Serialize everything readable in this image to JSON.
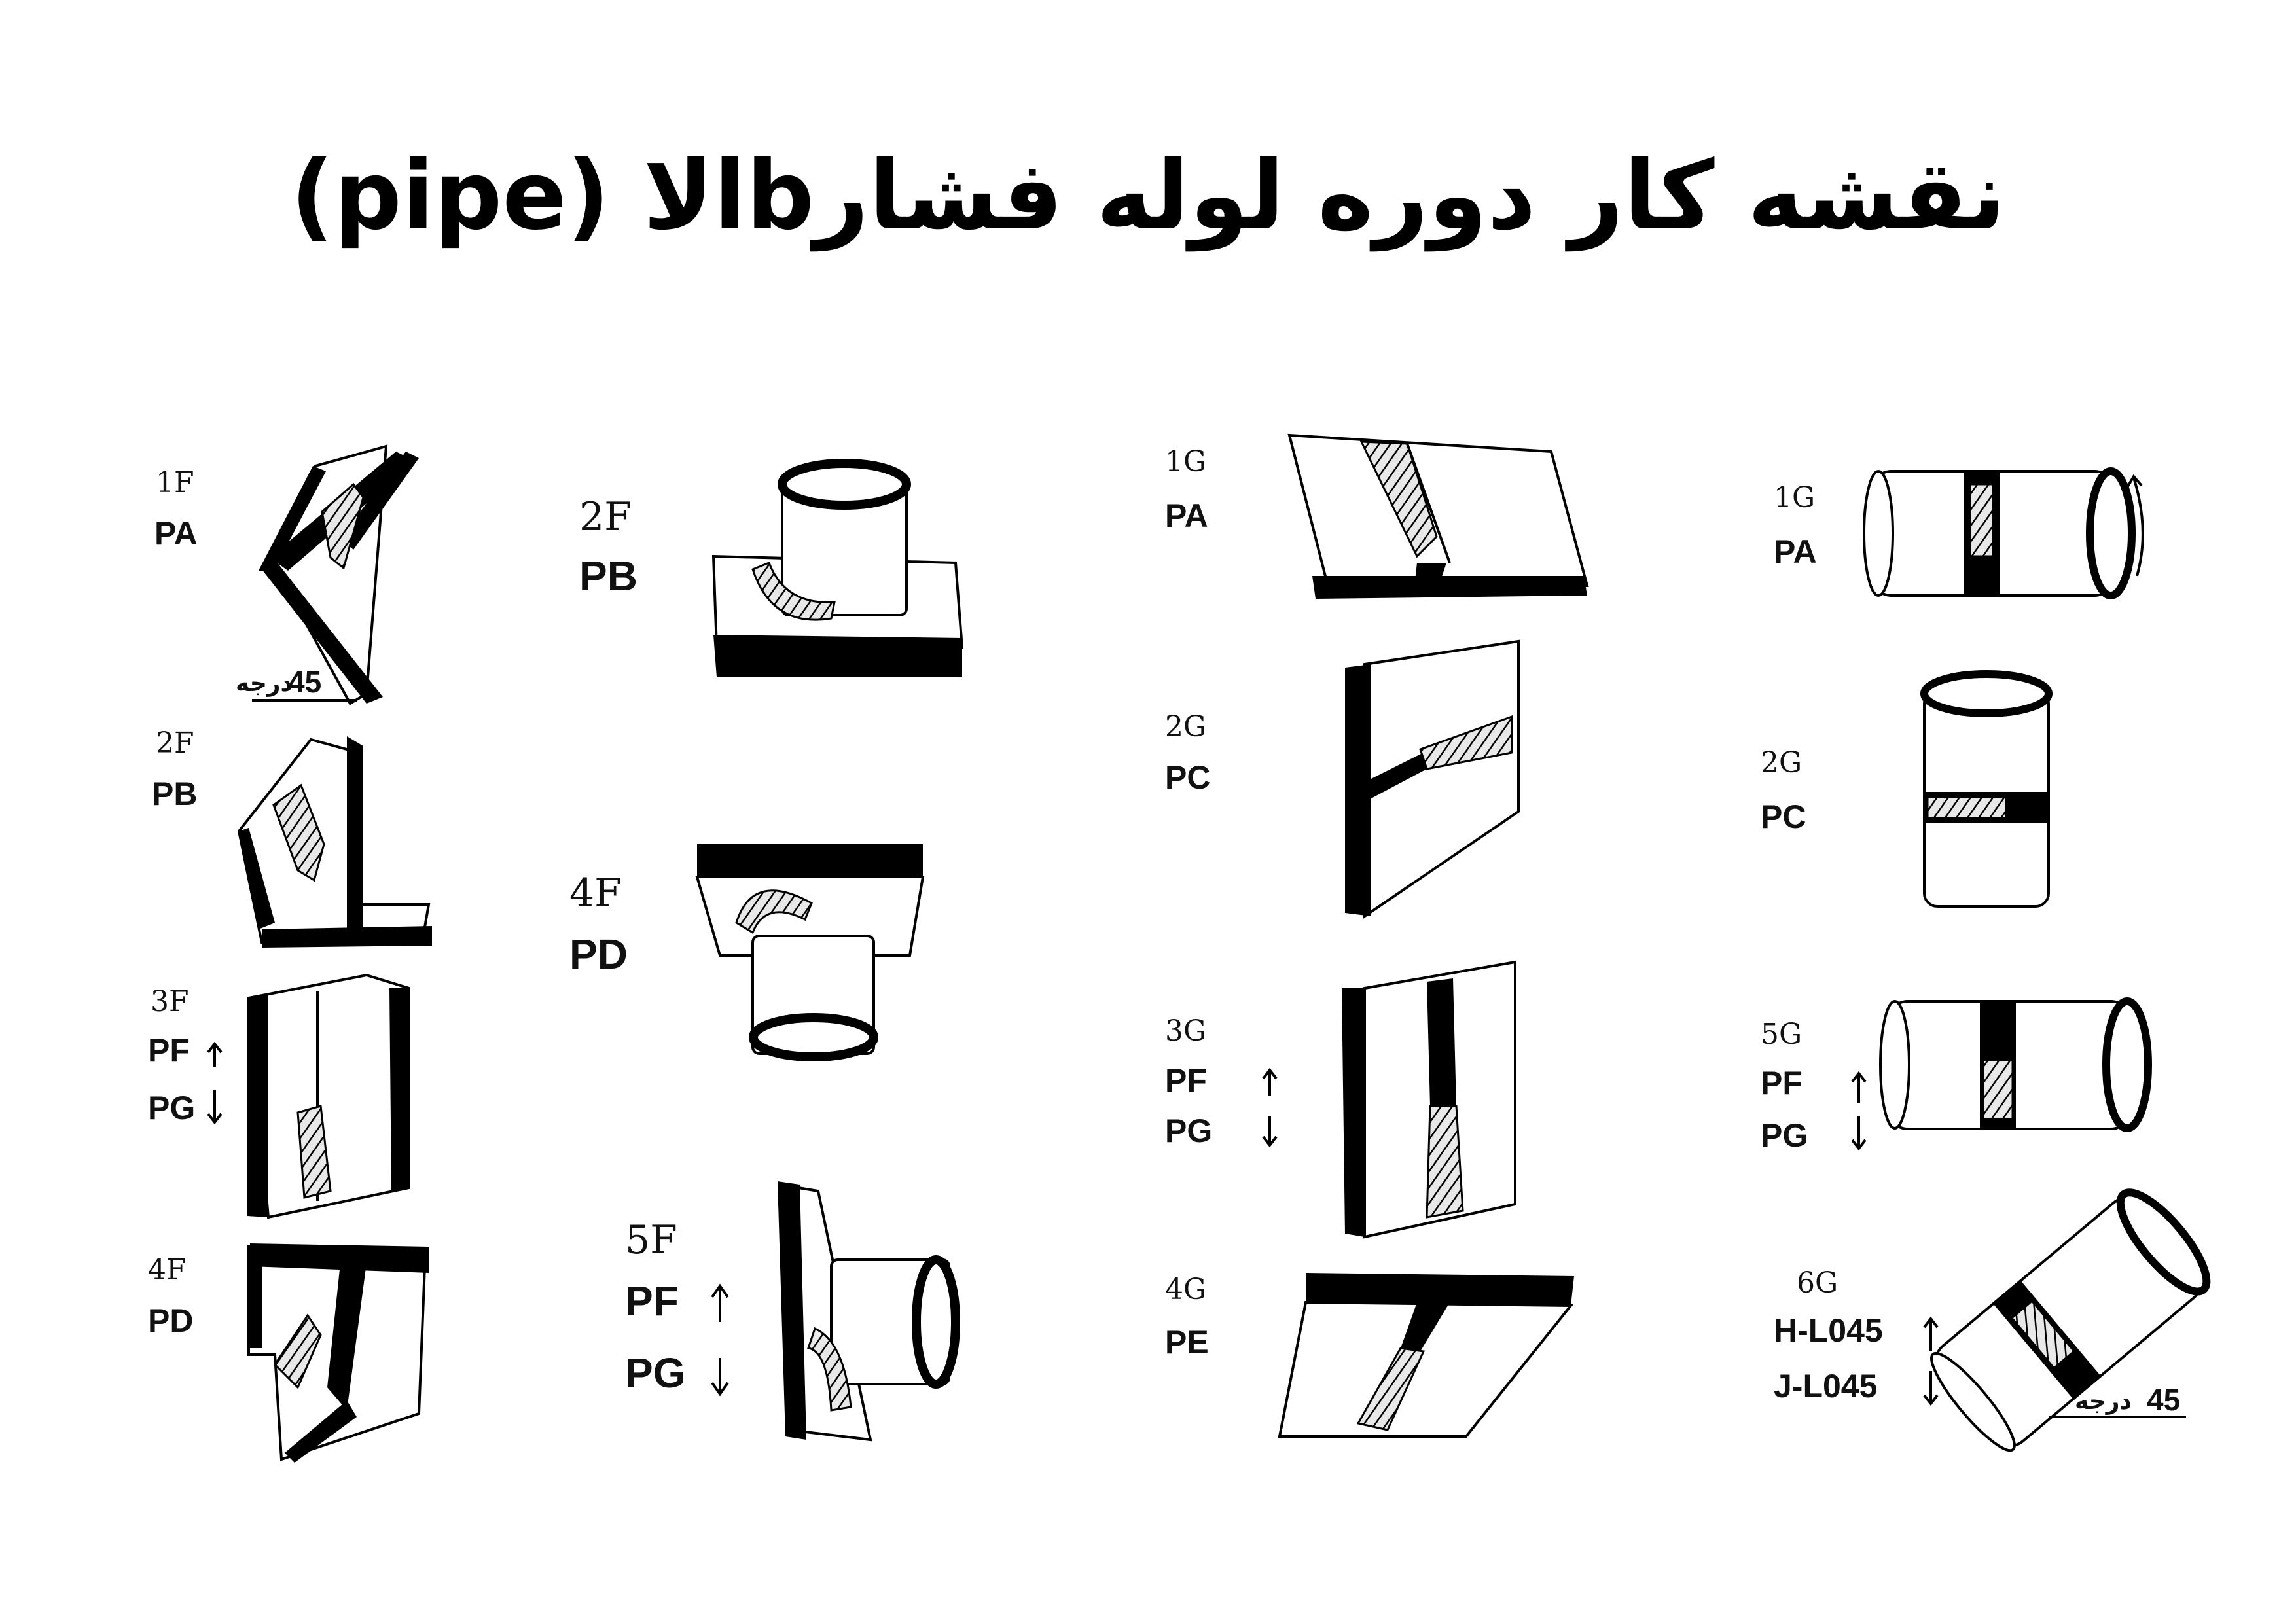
{
  "title": "نقشه کار دوره لوله فشارbالا (pipe)",
  "fillet_plate": [
    {
      "code": "1F",
      "positions": [
        "PA"
      ]
    },
    {
      "code": "2F",
      "positions": [
        "PB"
      ]
    },
    {
      "code": "3F",
      "positions": [
        "PF",
        "PG"
      ]
    },
    {
      "code": "4F",
      "positions": [
        "PD"
      ]
    }
  ],
  "fillet_pipe": [
    {
      "code": "2F",
      "positions": [
        "PB"
      ]
    },
    {
      "code": "4F",
      "positions": [
        "PD"
      ]
    },
    {
      "code": "5F",
      "positions": [
        "PF",
        "PG"
      ]
    }
  ],
  "groove_plate": [
    {
      "code": "1G",
      "positions": [
        "PA"
      ]
    },
    {
      "code": "2G",
      "positions": [
        "PC"
      ]
    },
    {
      "code": "3G",
      "positions": [
        "PF",
        "PG"
      ]
    },
    {
      "code": "4G",
      "positions": [
        "PE"
      ]
    }
  ],
  "groove_pipe": [
    {
      "code": "1G",
      "positions": [
        "PA"
      ]
    },
    {
      "code": "2G",
      "positions": [
        "PC"
      ]
    },
    {
      "code": "5G",
      "positions": [
        "PF",
        "PG"
      ]
    },
    {
      "code": "6G",
      "positions": [
        "H-L045",
        "J-L045"
      ]
    }
  ],
  "angle_labels": {
    "value": "45",
    "unit": "درجه"
  }
}
